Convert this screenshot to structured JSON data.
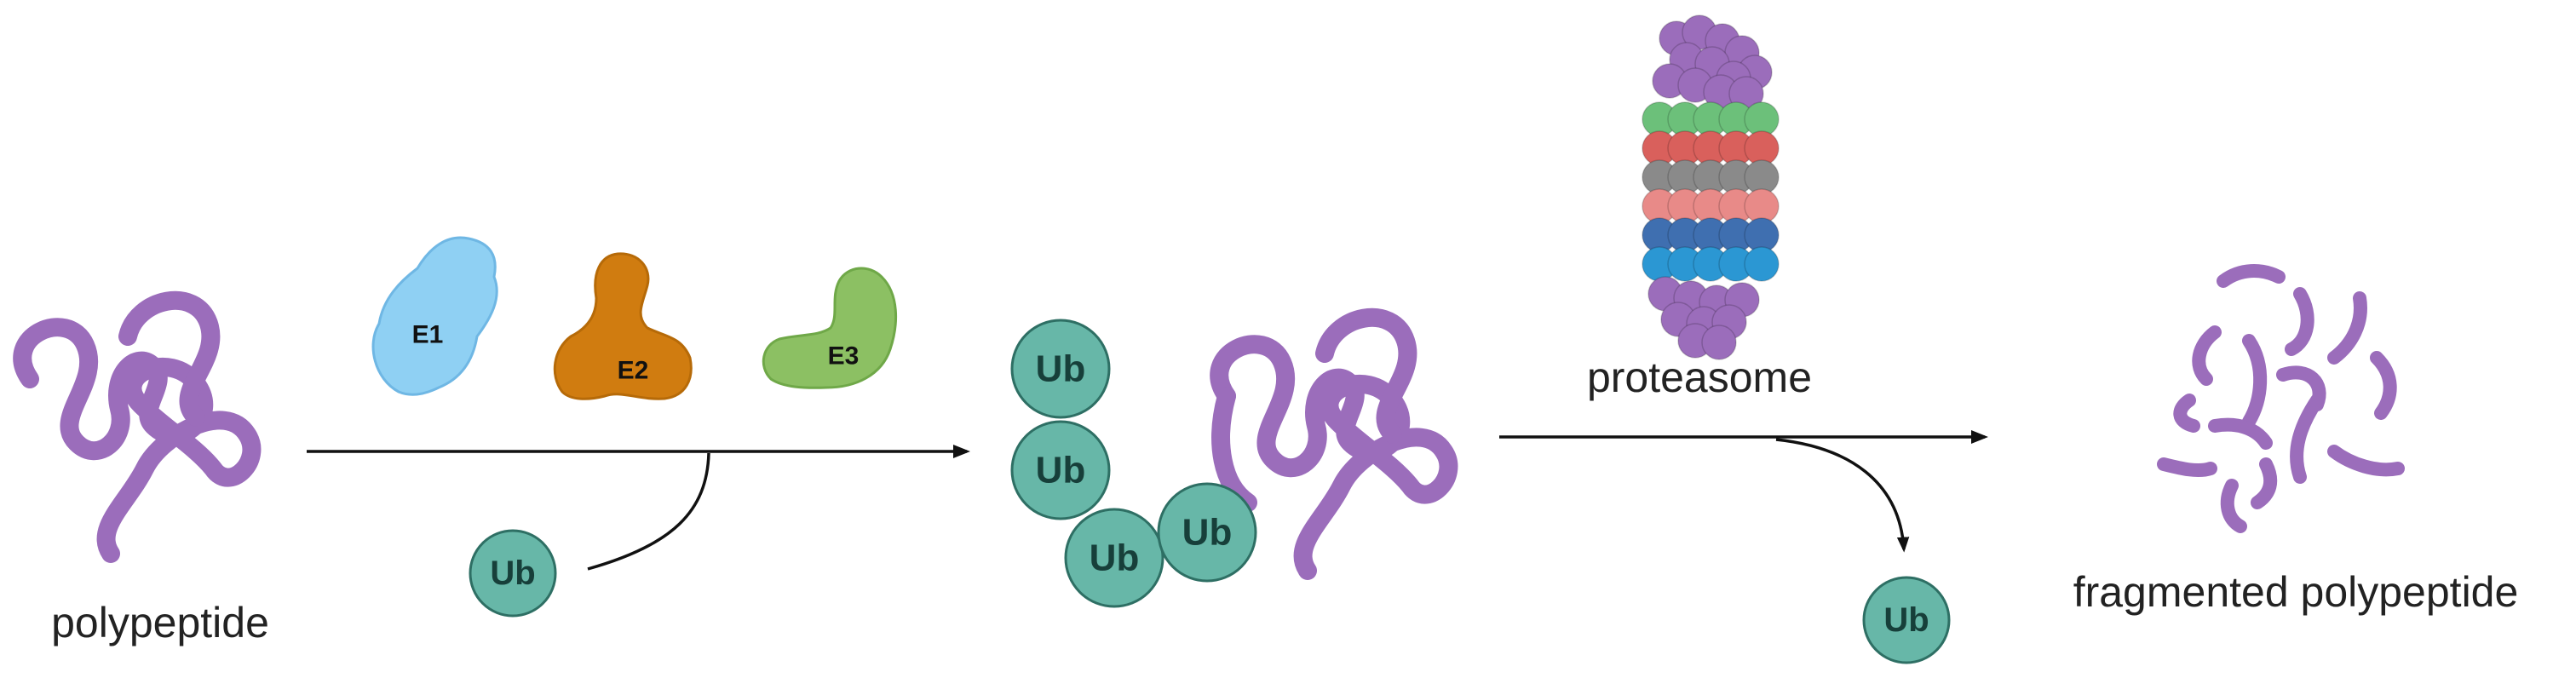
{
  "labels": {
    "polypeptide": "polypeptide",
    "proteasome": "proteasome",
    "fragmented": "fragmented polypeptide"
  },
  "enzymes": [
    {
      "label": "E1",
      "color": "#8fd0f3"
    },
    {
      "label": "E2",
      "color": "#d07c10"
    },
    {
      "label": "E3",
      "color": "#8cc063"
    }
  ],
  "ubiquitin": {
    "label": "Ub",
    "color": "#67b7a8"
  },
  "chain_ub_labels": [
    "Ub",
    "Ub",
    "Ub",
    "Ub"
  ],
  "free_ub_labels": [
    "Ub",
    "Ub"
  ],
  "colors": {
    "protein": "#9b6dbb",
    "arrow": "#111111",
    "proteasome_rings": [
      "#6cc07a",
      "#d9605c",
      "#8a8a8a",
      "#e88a88",
      "#3f6fb0",
      "#2b97d3"
    ]
  }
}
